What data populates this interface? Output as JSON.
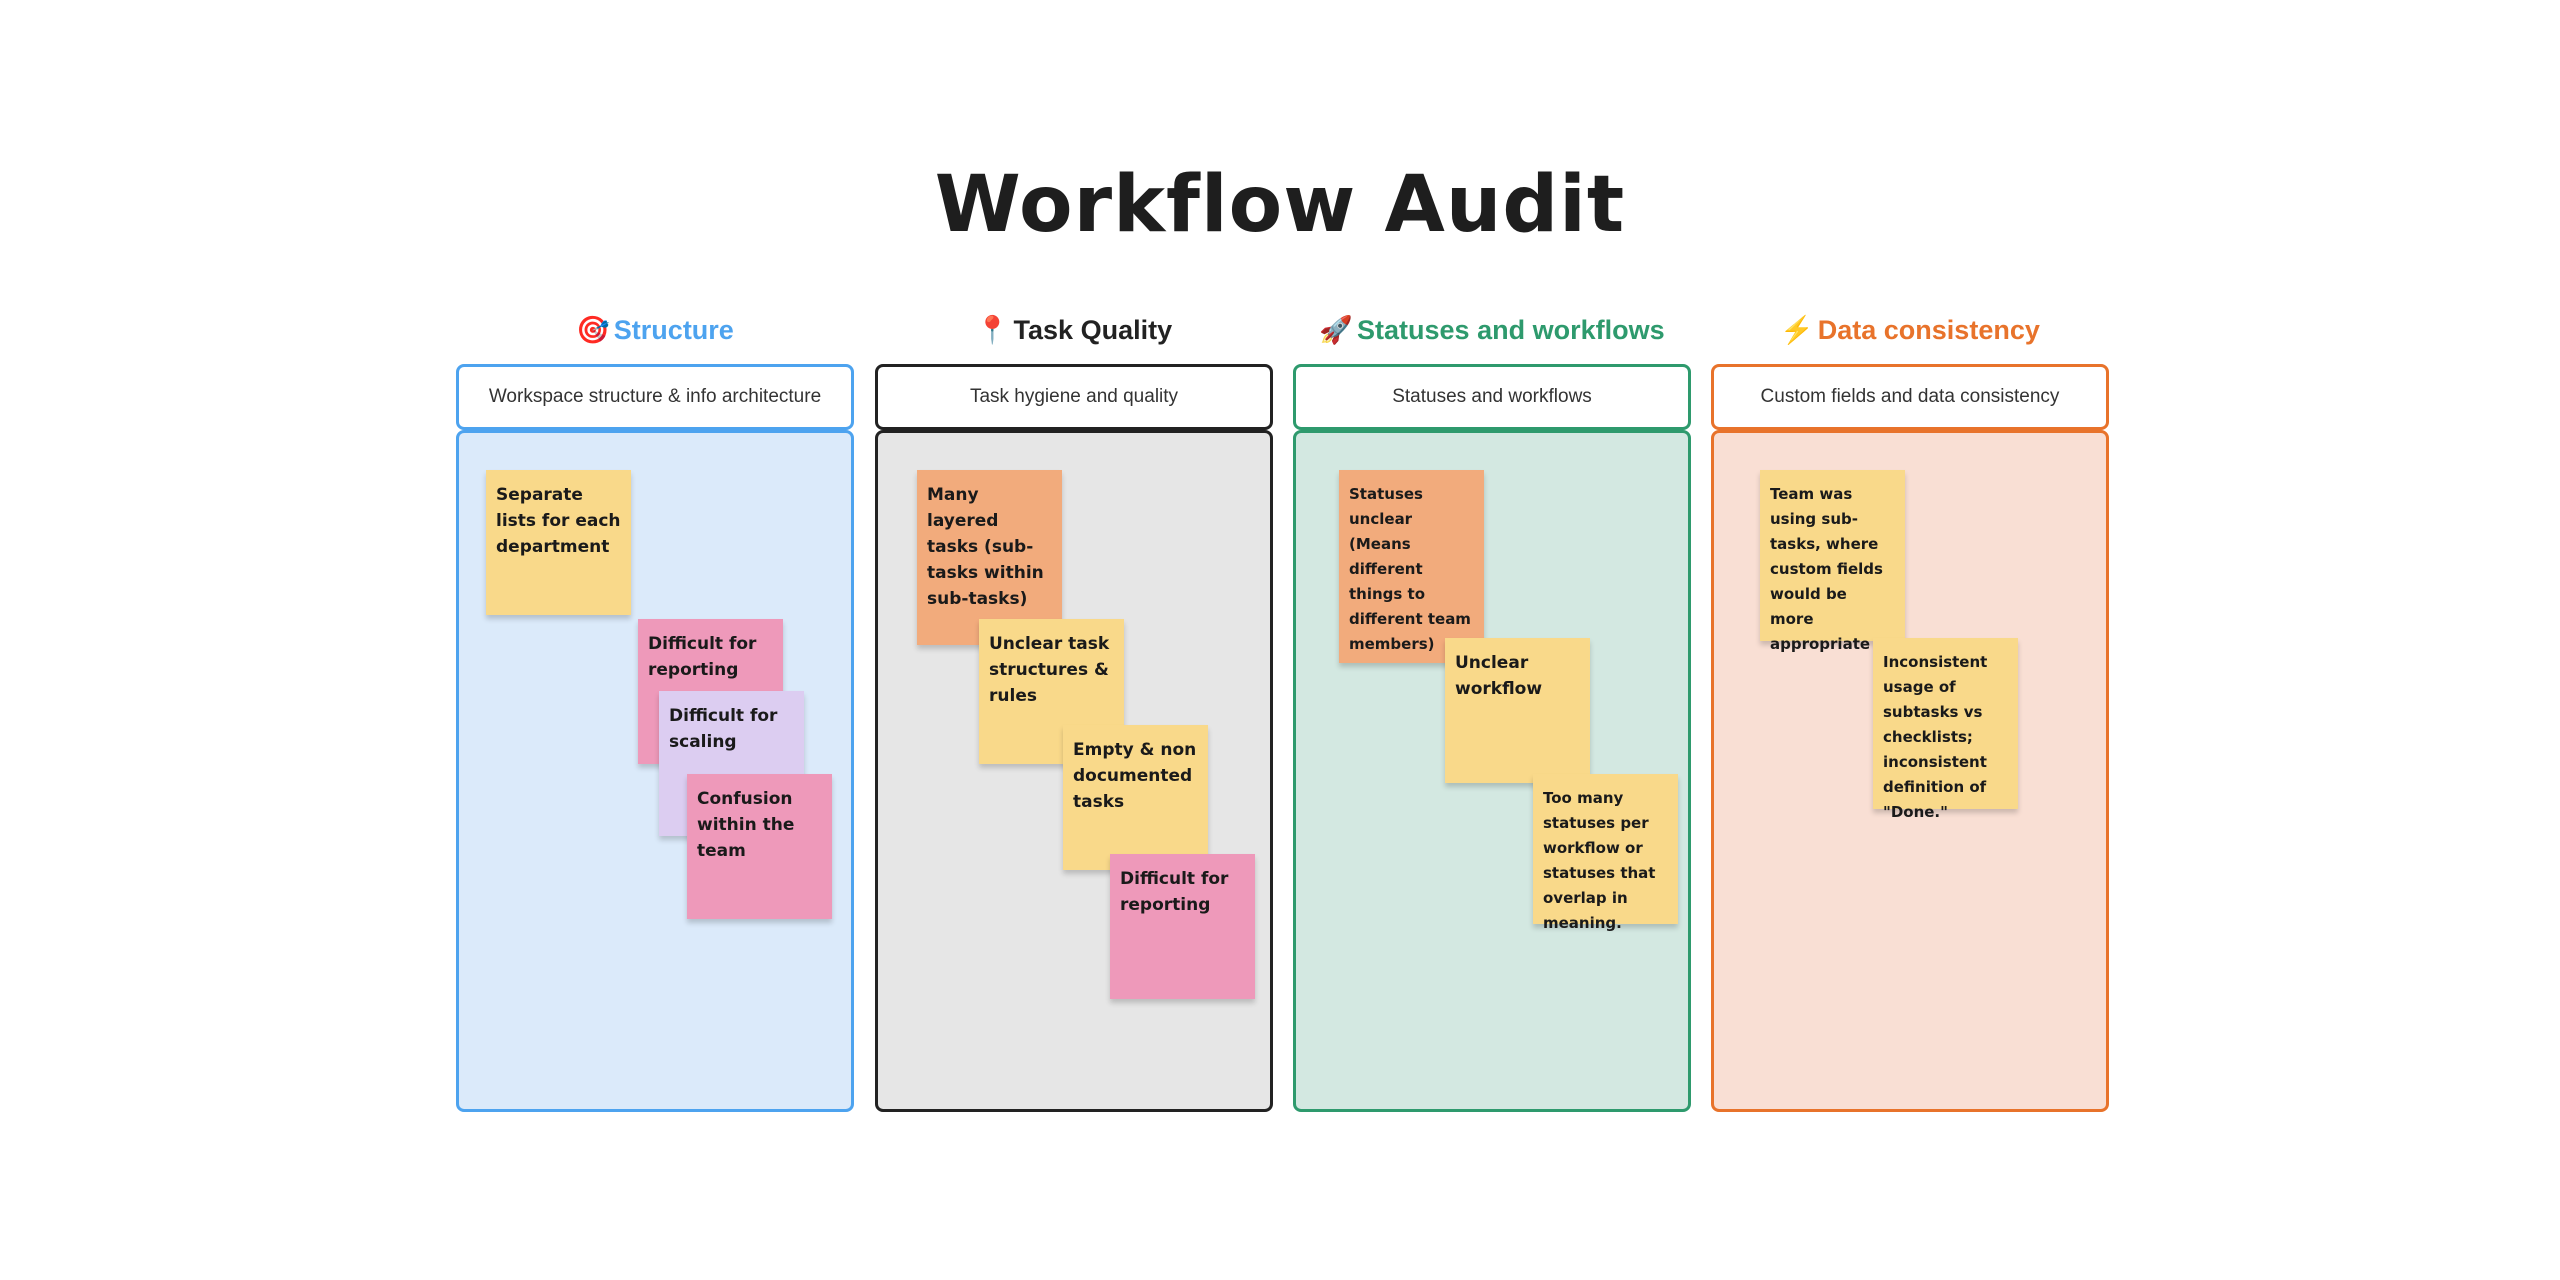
{
  "title": "Workflow Audit",
  "colors": {
    "yellow": "#f9d98a",
    "orange": "#f2ab7c",
    "pink": "#ee99ba",
    "lavender": "#dccdf1"
  },
  "columns": [
    {
      "icon": "🎯",
      "heading": "Structure",
      "subtitle": "Workspace structure & info architecture",
      "accent": "#4da3ef",
      "bg": "#dbeafa",
      "stickies": [
        {
          "text": "Separate lists for each department",
          "color": "yellow"
        },
        {
          "text": "Difficult for reporting",
          "color": "pink"
        },
        {
          "text": "Difficult for scaling",
          "color": "lavender"
        },
        {
          "text": "Confusion within the team",
          "color": "pink"
        }
      ]
    },
    {
      "icon": "📍",
      "heading": "Task Quality",
      "subtitle": "Task hygiene and quality",
      "accent": "#222222",
      "bg": "#e6e6e6",
      "stickies": [
        {
          "text": "Many layered tasks (sub-tasks within sub-tasks)",
          "color": "orange"
        },
        {
          "text": "Unclear task structures & rules",
          "color": "yellow"
        },
        {
          "text": "Empty & non documented tasks",
          "color": "yellow"
        },
        {
          "text": "Difficult for reporting",
          "color": "pink"
        }
      ]
    },
    {
      "icon": "🚀",
      "heading": "Statuses and workflows",
      "subtitle": "Statuses and workflows",
      "accent": "#2e9a6d",
      "bg": "#d3e8e1",
      "stickies": [
        {
          "text": "Statuses unclear (Means different things to different team members)",
          "color": "orange"
        },
        {
          "text": "Unclear workflow",
          "color": "yellow"
        },
        {
          "text": "Too many statuses per workflow or statuses that overlap in meaning.",
          "color": "yellow"
        }
      ]
    },
    {
      "icon": "⚡",
      "heading": "Data consistency",
      "subtitle": "Custom fields and data consistency",
      "accent": "#e8732b",
      "bg": "#f9dfd4",
      "stickies": [
        {
          "text": "Team was using sub-tasks, where custom fields would be more appropriate",
          "color": "yellow"
        },
        {
          "text": "Inconsistent usage of subtasks vs checklists; inconsistent definition of \"Done.\"",
          "color": "yellow"
        }
      ]
    }
  ]
}
